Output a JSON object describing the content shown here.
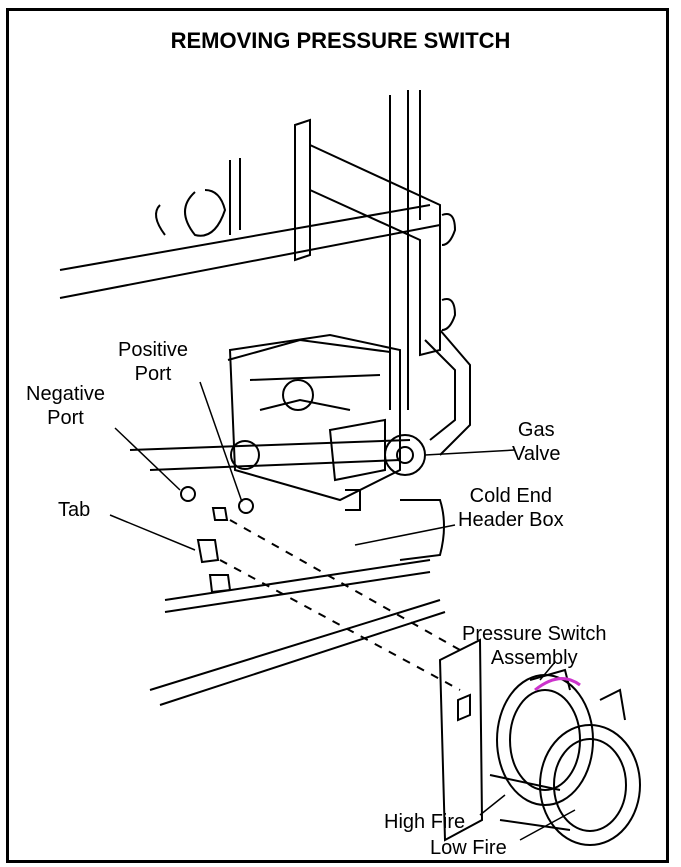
{
  "title": "REMOVING PRESSURE SWITCH",
  "labels": {
    "positive_port": [
      "Positive",
      "Port"
    ],
    "negative_port": [
      "Negative",
      "Port"
    ],
    "gas_valve": [
      "Gas",
      "Valve"
    ],
    "cold_end_header_box": [
      "Cold End",
      "Header Box"
    ],
    "tab": "Tab",
    "pressure_switch_assembly": [
      "Pressure Switch",
      "Assembly"
    ],
    "high_fire": "High Fire",
    "low_fire": "Low Fire"
  },
  "colors": {
    "line": "#000000",
    "accent": "#cc33cc"
  }
}
